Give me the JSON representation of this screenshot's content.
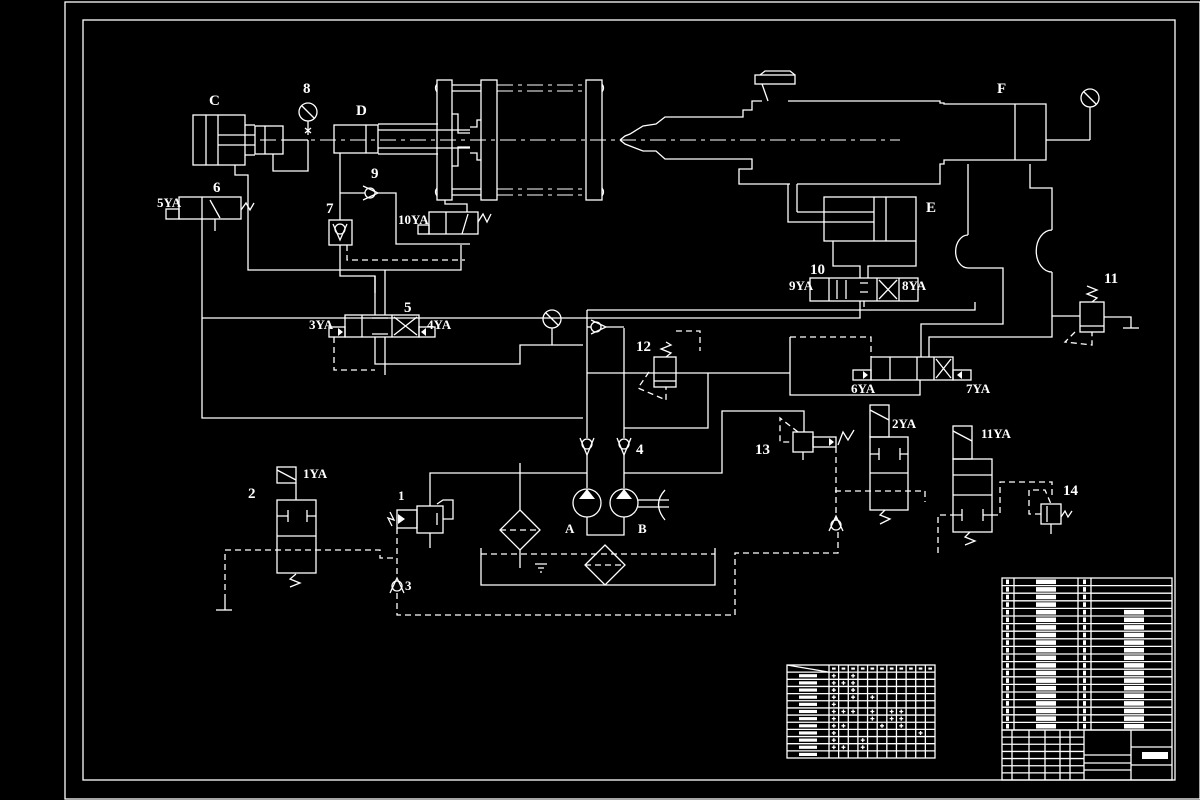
{
  "drawing": {
    "type": "hydraulic-schematic",
    "background": "#000000",
    "line_color": "#ffffff"
  },
  "labels": {
    "cyl_C": "C",
    "cyl_D": "D",
    "cyl_E": "E",
    "cyl_F": "F",
    "gauge_8": "8",
    "valve_6": "6",
    "check_9": "9",
    "valve_7": "7",
    "valve_5": "5",
    "valve_10": "10",
    "relief_11": "11",
    "relief_12": "12",
    "relief_13": "13",
    "relief_14": "14",
    "relief_1": "1",
    "valve_2": "2",
    "check_3": "3",
    "check_4": "4",
    "pump_A": "A",
    "pump_B": "B"
  },
  "solenoids": {
    "s1": "1YA",
    "s2": "2YA",
    "s3": "3YA",
    "s4": "4YA",
    "s5": "5YA",
    "s6": "6YA",
    "s7": "7YA",
    "s8": "8YA",
    "s9": "9YA",
    "s10": "10YA",
    "s11": "11YA"
  },
  "action_table": {
    "rows": 12,
    "cols": 11,
    "marks": [
      [
        1,
        0
      ],
      [
        1,
        2
      ],
      [
        2,
        0
      ],
      [
        2,
        1
      ],
      [
        2,
        2
      ],
      [
        3,
        0
      ],
      [
        3,
        2
      ],
      [
        4,
        0
      ],
      [
        4,
        2
      ],
      [
        4,
        4
      ],
      [
        5,
        0
      ],
      [
        6,
        0
      ],
      [
        6,
        1
      ],
      [
        6,
        2
      ],
      [
        6,
        4
      ],
      [
        6,
        6
      ],
      [
        6,
        7
      ],
      [
        7,
        0
      ],
      [
        7,
        4
      ],
      [
        7,
        6
      ],
      [
        7,
        7
      ],
      [
        8,
        0
      ],
      [
        8,
        1
      ],
      [
        8,
        5
      ],
      [
        8,
        7
      ],
      [
        9,
        0
      ],
      [
        9,
        9
      ],
      [
        10,
        0
      ],
      [
        10,
        3
      ],
      [
        11,
        0
      ],
      [
        11,
        1
      ],
      [
        11,
        3
      ]
    ]
  },
  "parts_list": {
    "rows": 20
  }
}
